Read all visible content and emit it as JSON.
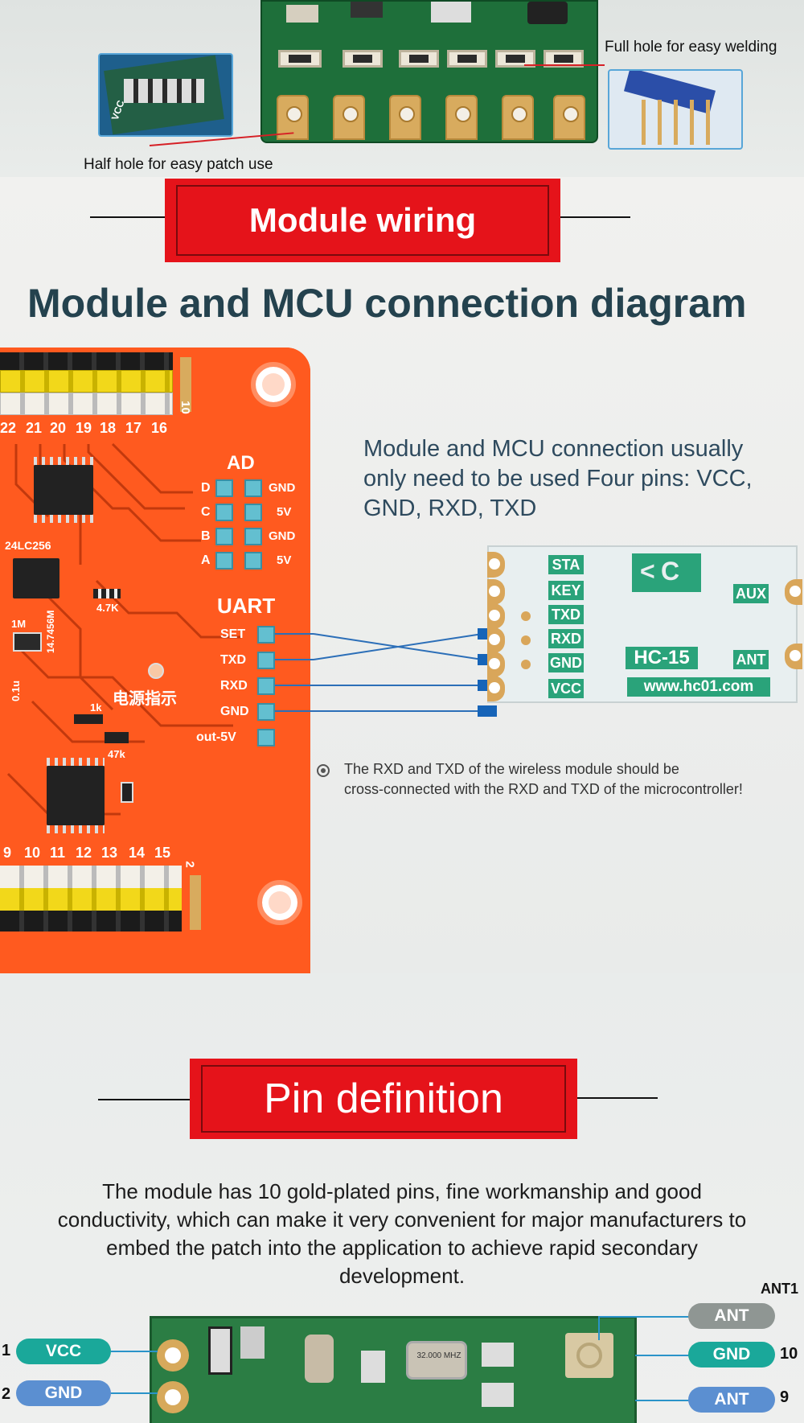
{
  "top": {
    "full_hole_label": "Full hole for easy welding",
    "half_hole_label": "Half hole for easy patch use",
    "inset_silk": "VCC"
  },
  "wiring": {
    "banner": "Module wiring",
    "title": "Module and MCU connection diagram",
    "description": "Module and MCU connection usually only need to be used Four pins: VCC, GND, RXD, TXD",
    "note_line1": "The RXD and TXD of the wireless module should be",
    "note_line2": "cross-connected with the RXD and TXD of the microcontroller!",
    "mcu_board": {
      "top_pin_numbers": [
        "22",
        "21",
        "20",
        "19",
        "18",
        "17",
        "16"
      ],
      "top_pin_edge": "10",
      "bottom_pin_numbers": [
        "9",
        "10",
        "11",
        "12",
        "13",
        "14",
        "15"
      ],
      "bottom_pin_edge": "2",
      "ad_label": "AD",
      "ad_left": [
        "D",
        "C",
        "B",
        "A"
      ],
      "ad_right": [
        "GND",
        "5V",
        "GND",
        "5V"
      ],
      "uart_label": "UART",
      "uart_pins": [
        "SET",
        "TXD",
        "RXD",
        "GND",
        "out-5V"
      ],
      "chip_label": "24LC256",
      "resistor_a": "4.7K",
      "resistor_b": "1M",
      "resistor_c": "1k",
      "resistor_d": "47k",
      "crystal": "14.7456M",
      "cap": "0.1u",
      "led_label": "电源指示"
    },
    "hc15": {
      "pins": [
        "STA",
        "KEY",
        "TXD",
        "RXD",
        "GND",
        "VCC"
      ],
      "aux": "AUX",
      "ant": "ANT",
      "model": "HC-15",
      "website": "www.hc01.com"
    }
  },
  "pins": {
    "banner": "Pin definition",
    "description": "The module has 10 gold-plated pins, fine workmanship and good conductivity, which can make it very convenient for major manufacturers to embed the patch into the application to achieve rapid secondary development.",
    "ant1_label": "ANT1",
    "left": [
      {
        "num": "1",
        "name": "VCC"
      },
      {
        "num": "2",
        "name": "GND"
      }
    ],
    "right": [
      {
        "num": "",
        "name": "ANT"
      },
      {
        "num": "10",
        "name": "GND"
      },
      {
        "num": "9",
        "name": "ANT"
      }
    ],
    "crystal": "32.000 MHZ"
  },
  "colors": {
    "banner_red": "#e5131a",
    "board_orange": "#ff5a1f",
    "pill_teal": "#1aa89a",
    "pill_blue": "#5b8fd1",
    "pill_gray": "#8f9693",
    "wire_blue": "#1664b8"
  }
}
